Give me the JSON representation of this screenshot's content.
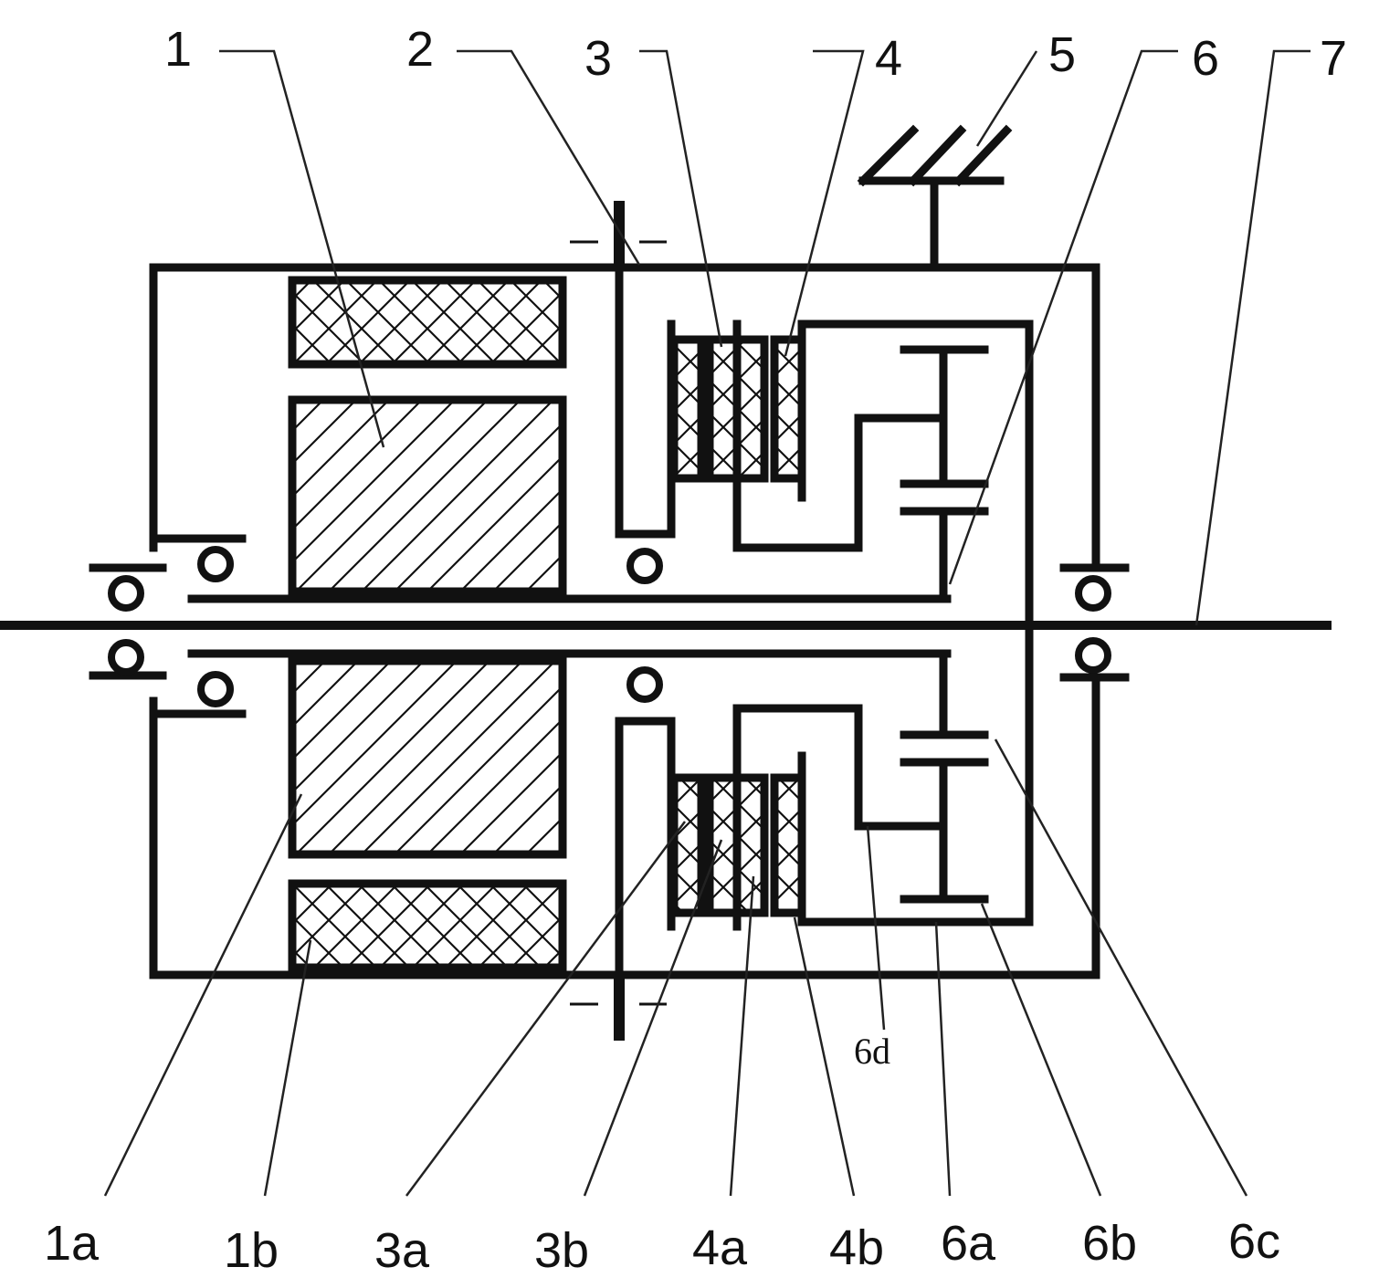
{
  "colors": {
    "ink": "#111111",
    "background": "#ffffff"
  },
  "labels_top": [
    "1",
    "2",
    "3",
    "4",
    "5",
    "6",
    "7"
  ],
  "labels_bottom": [
    "1a",
    "1b",
    "3a",
    "3b",
    "4a",
    "4b",
    "6a",
    "6b",
    "6c"
  ],
  "label_middle": "6d"
}
